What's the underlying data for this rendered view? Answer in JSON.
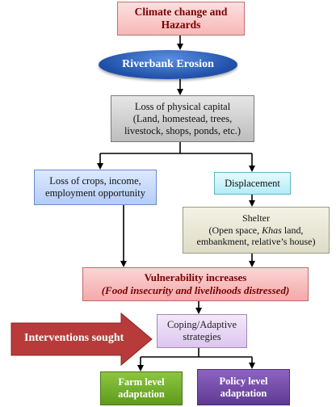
{
  "nodes": {
    "climate": {
      "line1": "Climate change and",
      "line2": "Hazards"
    },
    "erosion": {
      "label": "Riverbank Erosion"
    },
    "physical": {
      "line1": "Loss of physical capital",
      "line2": "(Land, homestead, trees,",
      "line3": "livestock, shops, ponds, etc.)"
    },
    "crops": {
      "line1": "Loss of crops, income,",
      "line2": "employment opportunity"
    },
    "displacement": {
      "label": "Displacement"
    },
    "shelter": {
      "line1": "Shelter",
      "line2_pre": "(Open space, ",
      "line2_italic": "Khas",
      "line2_post": " land,",
      "line3": "embankment, relative’s house)"
    },
    "vulnerability": {
      "line1": "Vulnerability increases",
      "line2": "(Food insecurity and livelihoods distressed)"
    },
    "coping": {
      "line1": "Coping/Adaptive",
      "line2": "strategies"
    },
    "interventions": {
      "label": "Interventions sought"
    },
    "farm": {
      "line1": "Farm level",
      "line2": "adaptation"
    },
    "policy": {
      "line1": "Policy level",
      "line2": "adaptation"
    }
  },
  "colors": {
    "arrow": "#000000",
    "interventions_arrow": "#b83a3a",
    "climate_fill": "#f7b8b8",
    "erosion_fill": "#2f62c2",
    "physical_fill": "#cfcfcf",
    "crops_fill": "#c6dbfb",
    "displacement_fill": "#c9f1f7",
    "shelter_fill": "#e8e6d4",
    "vulnerability_fill": "#f5b8b8",
    "coping_fill": "#e6d6f3",
    "farm_fill": "#76b032",
    "policy_fill": "#6f48a6"
  }
}
